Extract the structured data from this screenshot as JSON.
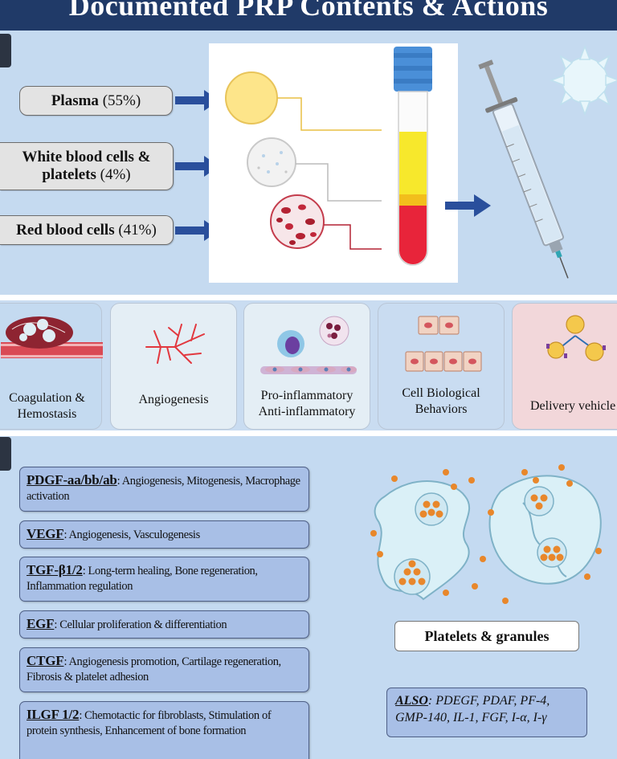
{
  "title": "Documented PRP Contents & Actions",
  "panel_a": {
    "components": [
      {
        "name": "Plasma",
        "pct": "(55%)"
      },
      {
        "name": "White blood cells & platelets",
        "pct": "(4%)"
      },
      {
        "name": "Red blood cells",
        "pct": "(41%)"
      }
    ],
    "colors": {
      "plasma": "#fde58a",
      "wbc": "#f2f2f2",
      "rbc": "#c41f32",
      "arrow": "#2a4f9c"
    }
  },
  "panel_b": {
    "actions": [
      {
        "label_line1": "Coagulation &",
        "label_line2": "Hemostasis"
      },
      {
        "label_line1": "Angiogenesis",
        "label_line2": ""
      },
      {
        "label_line1": "Pro-inflammatory",
        "label_line2": "Anti-inflammatory"
      },
      {
        "label_line1": "Cell Biological",
        "label_line2": "Behaviors"
      },
      {
        "label_line1": "Delivery vehicle",
        "label_line2": ""
      }
    ]
  },
  "panel_c": {
    "factors": [
      {
        "name": "PDGF-aa/bb/ab",
        "desc": ": Angiogenesis, Mitogenesis, Macrophage activation"
      },
      {
        "name": "VEGF",
        "desc": ": Angiogenesis, Vasculogenesis"
      },
      {
        "name": "TGF-β1/2",
        "desc": ": Long-term healing, Bone regeneration, Inflammation regulation"
      },
      {
        "name": "EGF",
        "desc": ": Cellular proliferation & differentiation"
      },
      {
        "name": "CTGF",
        "desc": ": Angiogenesis promotion, Cartilage regeneration, Fibrosis & platelet adhesion"
      },
      {
        "name": "ILGF 1/2",
        "desc": ": Chemotactic for fibroblasts, Stimulation of protein synthesis, Enhancement of bone formation"
      }
    ],
    "platelets_caption": "Platelets & granules",
    "also_label": "ALSO",
    "also_text": ": PDEGF, PDAF, PF-4, GMP-140, IL-1, FGF, I-α, I-γ"
  }
}
